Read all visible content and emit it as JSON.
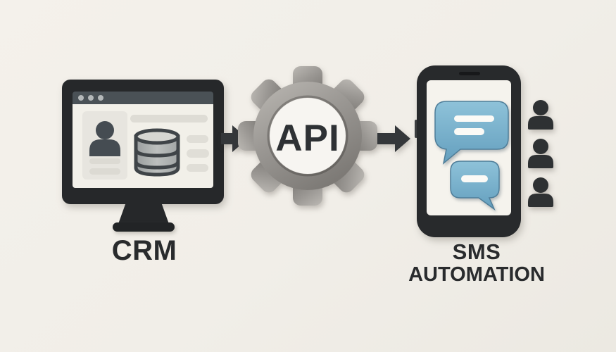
{
  "scene": {
    "title": "CRM to SMS automation via API integration diagram"
  },
  "labels": {
    "crm": "CRM",
    "api": "API",
    "sms_line1": "SMS",
    "sms_line2": "AUTOMATION"
  },
  "icons": {
    "monitor": "crm-monitor-icon",
    "window_dots": "window-control-dots",
    "contact": "user-icon",
    "database": "database-icon",
    "arrow_crm_to_api": "arrow-right-icon",
    "gear": "gear-icon",
    "arrow_api_to_sms": "arrow-right-icon",
    "phone": "smartphone-icon",
    "chat": "chat-bubbles-icon",
    "recipients": "users-icon"
  },
  "colors": {
    "background": "#f1eee8",
    "dark_charcoal": "#26282a",
    "label_text": "#292b2d",
    "browser_bar": "#4a5156",
    "content_cream": "#f2f0e9",
    "card_gray": "#e7e5df",
    "gear_metal": "#9a9793",
    "gear_center": "#f7f5f1",
    "bubble_blue": "#74afcd",
    "bubble_blue_light": "#8ec2d9",
    "screen_white": "#f5f3ed",
    "person_dark": "#2e3133"
  }
}
